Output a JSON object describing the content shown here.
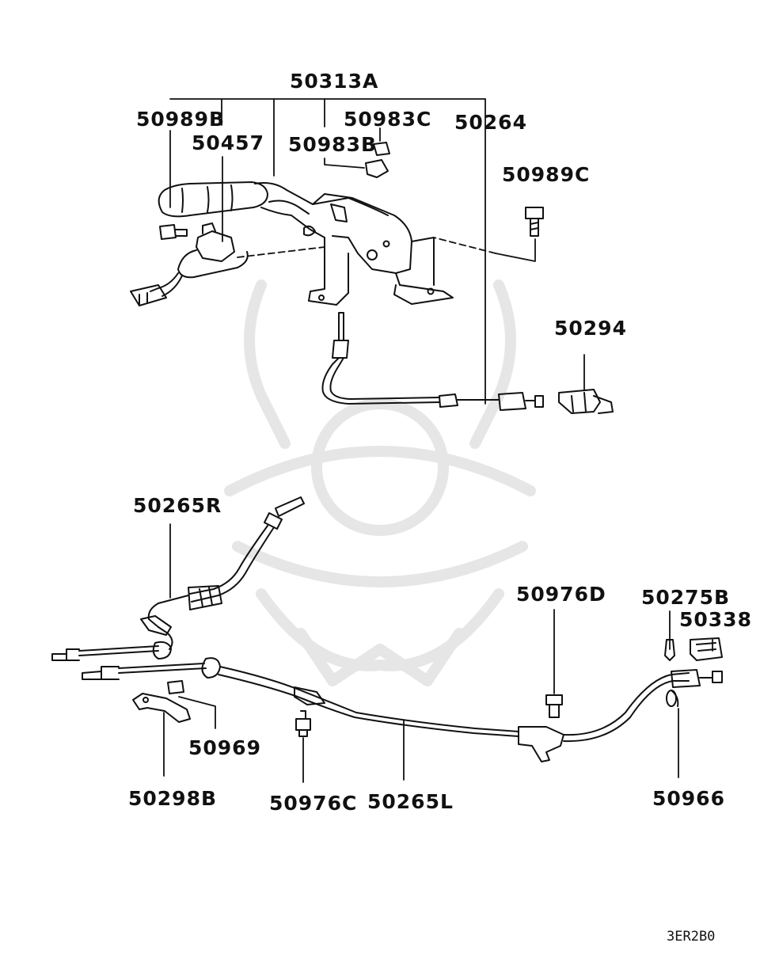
{
  "labels": {
    "p50313A": "50313A",
    "p50989B": "50989B",
    "p50983C": "50983C",
    "p50264": "50264",
    "p50457": "50457",
    "p50983B": "50983B",
    "p50989C": "50989C",
    "p50294": "50294",
    "p50265R": "50265R",
    "p50976D": "50976D",
    "p50275B": "50275B",
    "p50338": "50338",
    "p50969": "50969",
    "p50298B": "50298B",
    "p50976C": "50976C",
    "p50265L": "50265L",
    "p50966": "50966"
  },
  "diagram_code": "3ER2B0"
}
